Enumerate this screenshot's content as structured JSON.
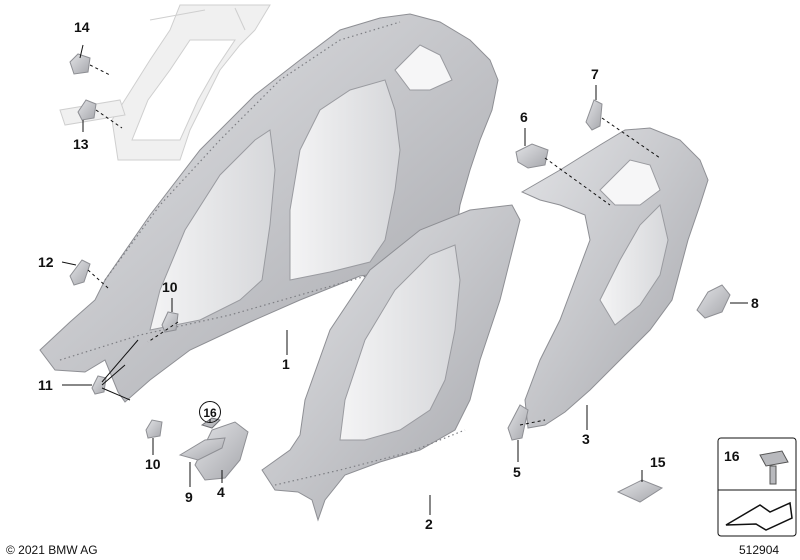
{
  "callouts": [
    {
      "id": "c1",
      "label": "1"
    },
    {
      "id": "c2",
      "label": "2"
    },
    {
      "id": "c3",
      "label": "3"
    },
    {
      "id": "c4",
      "label": "4"
    },
    {
      "id": "c5",
      "label": "5"
    },
    {
      "id": "c6",
      "label": "6"
    },
    {
      "id": "c7",
      "label": "7"
    },
    {
      "id": "c8",
      "label": "8"
    },
    {
      "id": "c9",
      "label": "9"
    },
    {
      "id": "c10a",
      "label": "10"
    },
    {
      "id": "c10b",
      "label": "10"
    },
    {
      "id": "c11",
      "label": "11"
    },
    {
      "id": "c12",
      "label": "12"
    },
    {
      "id": "c13",
      "label": "13"
    },
    {
      "id": "c14",
      "label": "14"
    },
    {
      "id": "c15",
      "label": "15"
    },
    {
      "id": "c16",
      "label": "16"
    }
  ],
  "legend": {
    "label": "16"
  },
  "footer": {
    "copyright": "© 2021 BMW AG",
    "diagram_id": "512904"
  },
  "colors": {
    "part_fill": "#c9cace",
    "part_shade": "#a9aaae",
    "part_light": "#e6e7e9",
    "ghost": "#ececec",
    "line": "#111111"
  }
}
